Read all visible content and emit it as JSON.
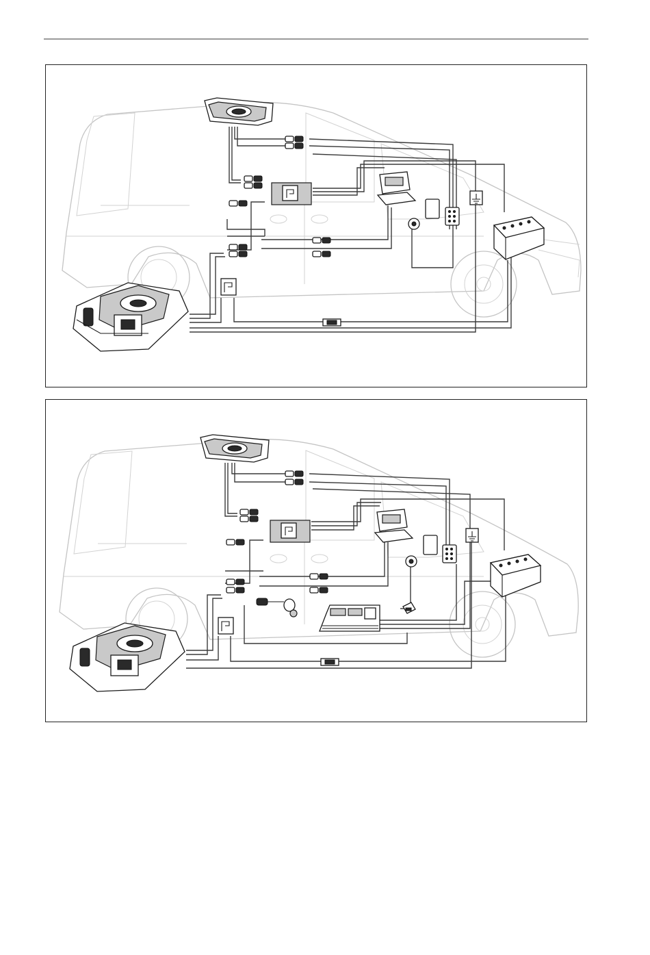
{
  "figure": {
    "panels": [
      {
        "id": "panel-top",
        "components": [
          "roof-unit",
          "compressor-unit",
          "control-panel",
          "relay-box",
          "fuse-box",
          "battery",
          "ground-terminal",
          "switch",
          "connector-block"
        ]
      },
      {
        "id": "panel-bottom",
        "components": [
          "roof-unit",
          "compressor-unit",
          "control-panel",
          "relay-box",
          "fuse-box",
          "battery",
          "ground-terminal",
          "switch",
          "connector-block",
          "inverter",
          "battery-guard"
        ]
      }
    ]
  }
}
